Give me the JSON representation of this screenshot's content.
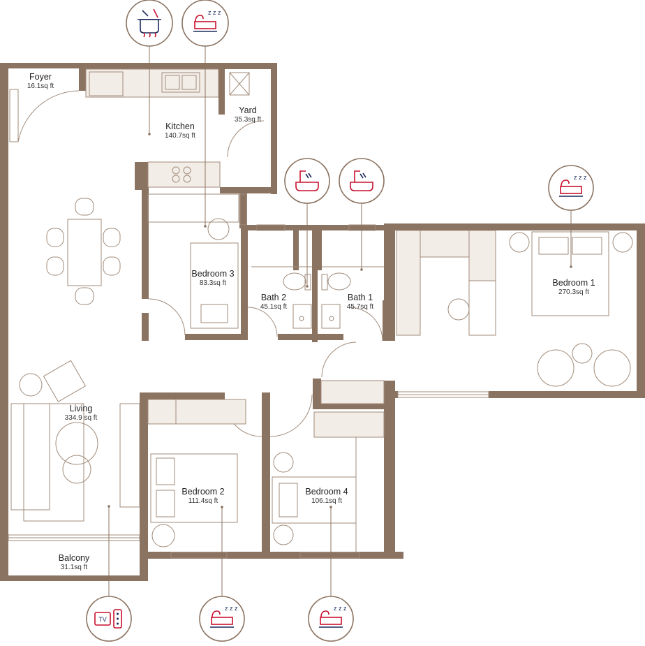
{
  "rooms": {
    "foyer": {
      "name": "Foyer",
      "area": "16.1sq ft"
    },
    "kitchen": {
      "name": "Kitchen",
      "area": "140.7sq ft"
    },
    "yard": {
      "name": "Yard",
      "area": "35.3sq ft"
    },
    "bedroom3": {
      "name": "Bedroom 3",
      "area": "83.3sq ft"
    },
    "bath2": {
      "name": "Bath 2",
      "area": "45.1sq ft"
    },
    "bath1": {
      "name": "Bath 1",
      "area": "45.7sq ft"
    },
    "bedroom1": {
      "name": "Bedroom 1",
      "area": "270.3sq ft"
    },
    "living": {
      "name": "Living",
      "area": "334.9 sq ft"
    },
    "bedroom2": {
      "name": "Bedroom 2",
      "area": "111.4sq ft"
    },
    "bedroom4": {
      "name": "Bedroom 4",
      "area": "106.1sq ft"
    },
    "balcony": {
      "name": "Balcony",
      "area": "31.1sq ft"
    }
  },
  "icons": {
    "kitchen": "cooking-pot-icon",
    "bedroom3": "bed-icon",
    "bath2": "bathtub-icon",
    "bath1": "bathtub-icon",
    "bedroom1": "bed-icon",
    "living": "tv-remote-icon",
    "bedroom2": "bed-icon",
    "bedroom4": "bed-icon"
  },
  "badges": {
    "tv_label": "TV",
    "sleep_label": "z z z"
  },
  "colors": {
    "wall": "#8b7361",
    "icon_red": "#c8102e",
    "icon_navy": "#1c2a5c"
  }
}
